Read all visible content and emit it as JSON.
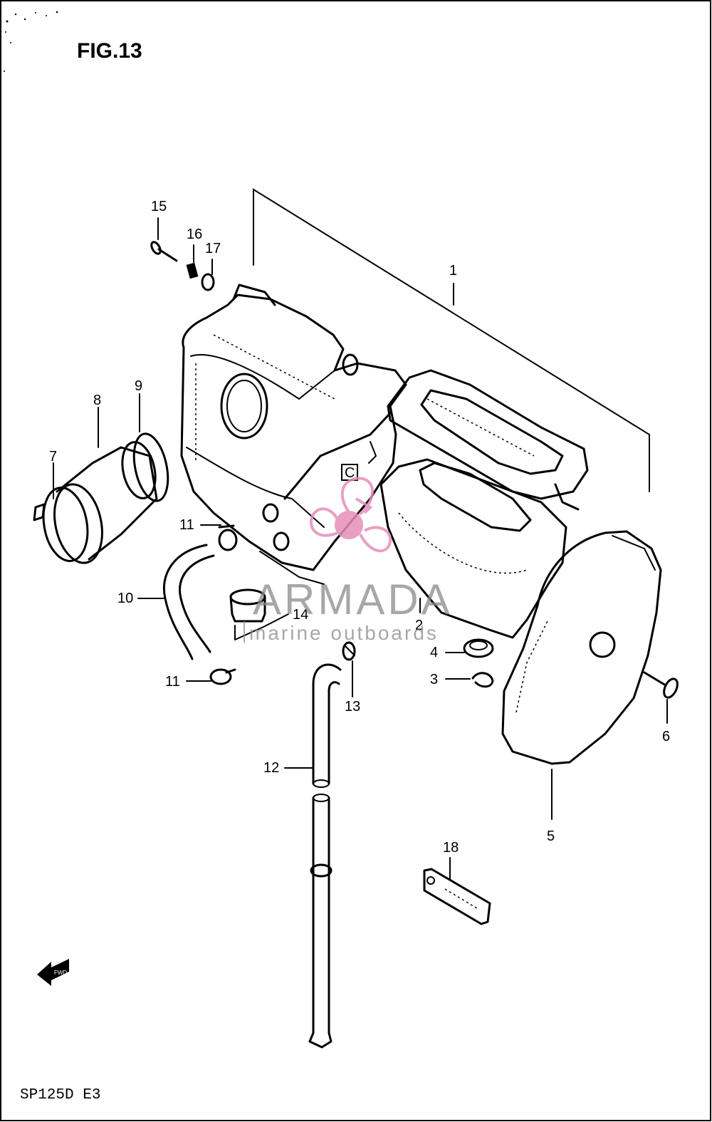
{
  "figure": {
    "title": "FIG.13",
    "model_code": "SP125D E3"
  },
  "callouts": {
    "c1": "1",
    "c2": "2",
    "c3": "3",
    "c4": "4",
    "c5": "5",
    "c6": "6",
    "c7": "7",
    "c8": "8",
    "c9": "9",
    "c10": "10",
    "c11a": "11",
    "c11b": "11",
    "c12": "12",
    "c13": "13",
    "c14": "14",
    "c15": "15",
    "c16": "16",
    "c17": "17",
    "c18": "18"
  },
  "box_marker": "C",
  "watermark": {
    "brand": "ARMADA",
    "tagline": "marine outboards",
    "accent_color": "#e58fb8"
  },
  "icons": [
    "front-arrow-icon",
    "armada-propeller-logo"
  ]
}
